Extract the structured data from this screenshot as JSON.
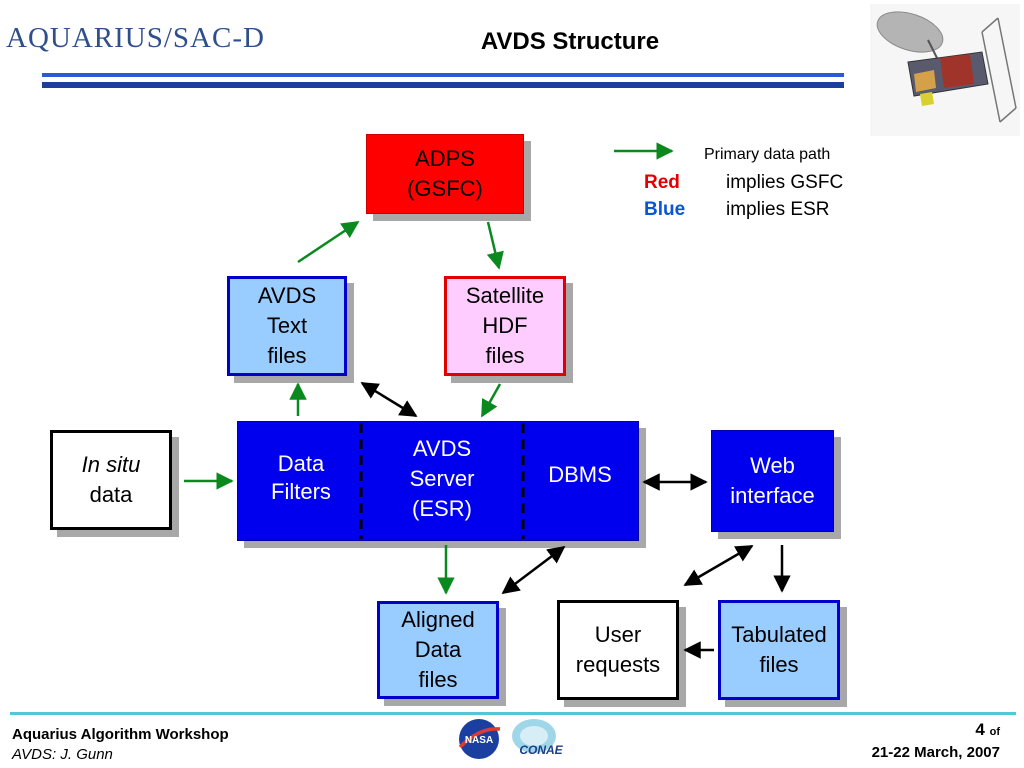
{
  "header": {
    "logo_text": "AQUARIUS/SAC-D",
    "title": "AVDS Structure"
  },
  "legend": {
    "path_label": "Primary data path",
    "red_word": "Red",
    "red_text": "implies GSFC",
    "blue_word": "Blue",
    "blue_text": "implies ESR",
    "red_color": "#e30000",
    "blue_color": "#0a55d6"
  },
  "nodes": {
    "adps": [
      "ADPS",
      "(GSFC)"
    ],
    "avds_text": [
      "AVDS",
      "Text",
      "files"
    ],
    "satellite_hdf": [
      "Satellite",
      "HDF",
      "files"
    ],
    "in_situ": [
      "In situ",
      "data"
    ],
    "data_filters": [
      "Data",
      "Filters"
    ],
    "avds_server": [
      "AVDS",
      "Server",
      "(ESR)"
    ],
    "dbms": [
      "DBMS"
    ],
    "web_interface": [
      "Web",
      "interface"
    ],
    "aligned": [
      "Aligned",
      "Data",
      "files"
    ],
    "user_requests": [
      "User",
      "requests"
    ],
    "tabulated": [
      "Tabulated",
      "files"
    ]
  },
  "colors": {
    "gsfc_red": "#ff0000",
    "esr_blue": "#0000ee",
    "file_blue": "#99ccff",
    "hdf_pink": "#ffccff",
    "green_arrow": "#0a8a1e",
    "header_rule": "#2a5bd7"
  },
  "footer": {
    "workshop": "Aquarius Algorithm Workshop",
    "author": "AVDS: J. Gunn",
    "page_number": "4",
    "page_of": "of",
    "dates": "21-22 March, 2007",
    "nasa_logo_text": "NASA",
    "conae_logo_text": "CONAE"
  }
}
